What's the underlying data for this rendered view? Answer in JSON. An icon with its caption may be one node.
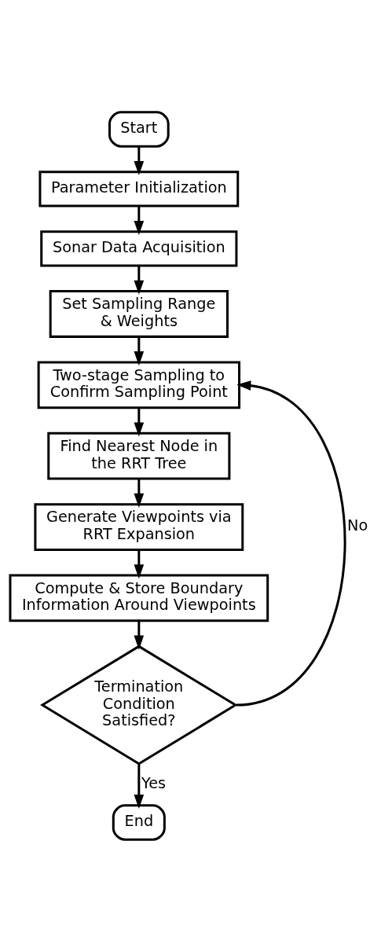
{
  "diagram": {
    "nodes": [
      {
        "text": [
          "Start"
        ]
      },
      {
        "text": [
          "Parameter Initialization"
        ]
      },
      {
        "text": [
          "Sonar Data Acquisition"
        ]
      },
      {
        "text": [
          "Set Sampling Range & Weights"
        ]
      },
      {
        "text": [
          "Two-stage Sampling to Confirm Sampling Point"
        ]
      },
      {
        "text": [
          "Find Nearest Node in the RRT Tree"
        ]
      },
      {
        "text": [
          "Generate Viewpoints via RRT Expansion"
        ]
      },
      {
        "text": [
          "Compute & Store Boundary Information Around Viewpoints"
        ]
      },
      {
        "text": [
          "Termination Condition Satisfied?"
        ]
      },
      {
        "text": [
          "End"
        ]
      }
    ],
    "edges": [
      {
        "from": 0,
        "to": 1,
        "arrow": "to"
      },
      {
        "from": 1,
        "to": 2,
        "arrow": "to"
      },
      {
        "from": 2,
        "to": 3,
        "arrow": "to"
      },
      {
        "from": 3,
        "to": 4,
        "arrow": "to"
      },
      {
        "from": 4,
        "to": 5,
        "arrow": "to"
      },
      {
        "from": 5,
        "to": 6,
        "arrow": "to"
      },
      {
        "from": 6,
        "to": 7,
        "arrow": "to"
      },
      {
        "from": 7,
        "to": 8,
        "arrow": "to"
      },
      {
        "from": 8,
        "to": 4,
        "arrow": "to",
        "label": "No"
      },
      {
        "from": 8,
        "to": 9,
        "arrow": "to",
        "label": "Yes"
      }
    ]
  }
}
